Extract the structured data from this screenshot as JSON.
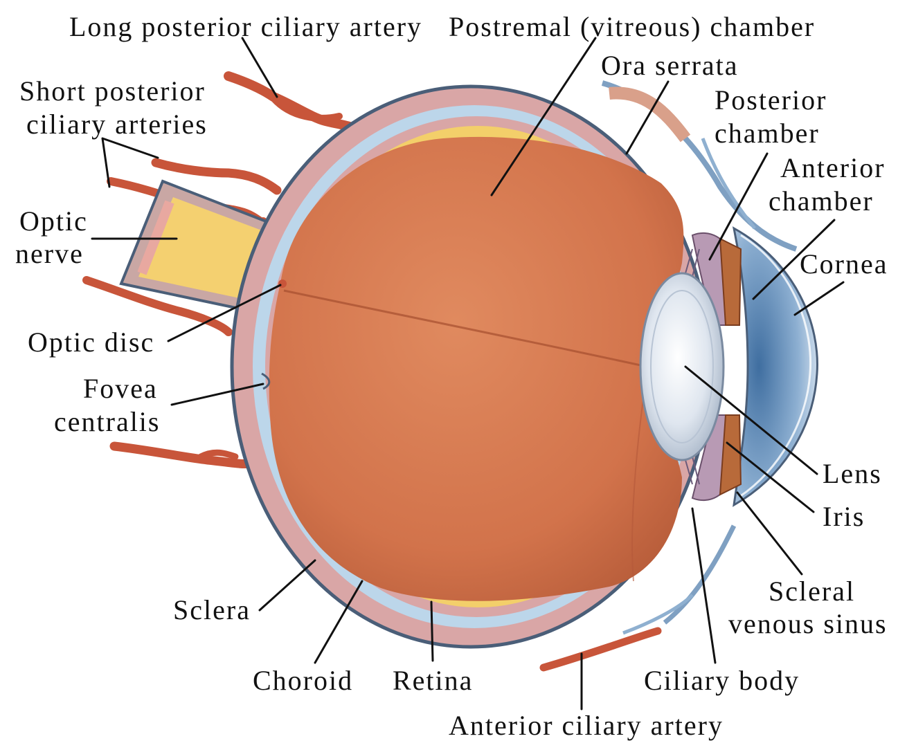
{
  "colors": {
    "background": "#ffffff",
    "sclera": "#d9a6a6",
    "choroid_band": "#bcd6ea",
    "retina": "#f3cf6a",
    "vitreous": "#d9784f",
    "vitreous_shadow": "#c45f3a",
    "lens": "#dde4ee",
    "cornea": "#aac4de",
    "iris": "#b86a3a",
    "ciliary_body": "#b89ab4",
    "artery": "#c8553a",
    "optic_nerve": "#f4d070",
    "outline": "#4a5e78",
    "label_text": "#111111"
  },
  "labels": {
    "long_posterior_ciliary_artery": "Long posterior ciliary artery",
    "postremal_chamber": "Postremal (vitreous) chamber",
    "ora_serrata": "Ora serrata",
    "posterior_chamber_1": "Posterior",
    "posterior_chamber_2": "chamber",
    "anterior_chamber_1": "Anterior",
    "anterior_chamber_2": "chamber",
    "cornea": "Cornea",
    "short_posterior_1": "Short posterior",
    "short_posterior_2": "ciliary arteries",
    "optic_nerve_1": "Optic",
    "optic_nerve_2": "nerve",
    "optic_disc": "Optic disc",
    "fovea_1": "Fovea",
    "fovea_2": "centralis",
    "lens": "Lens",
    "iris": "Iris",
    "scleral_sinus_1": "Scleral",
    "scleral_sinus_2": "venous sinus",
    "sclera": "Sclera",
    "choroid": "Choroid",
    "retina": "Retina",
    "ciliary_body": "Ciliary body",
    "anterior_ciliary_artery": "Anterior ciliary artery"
  }
}
